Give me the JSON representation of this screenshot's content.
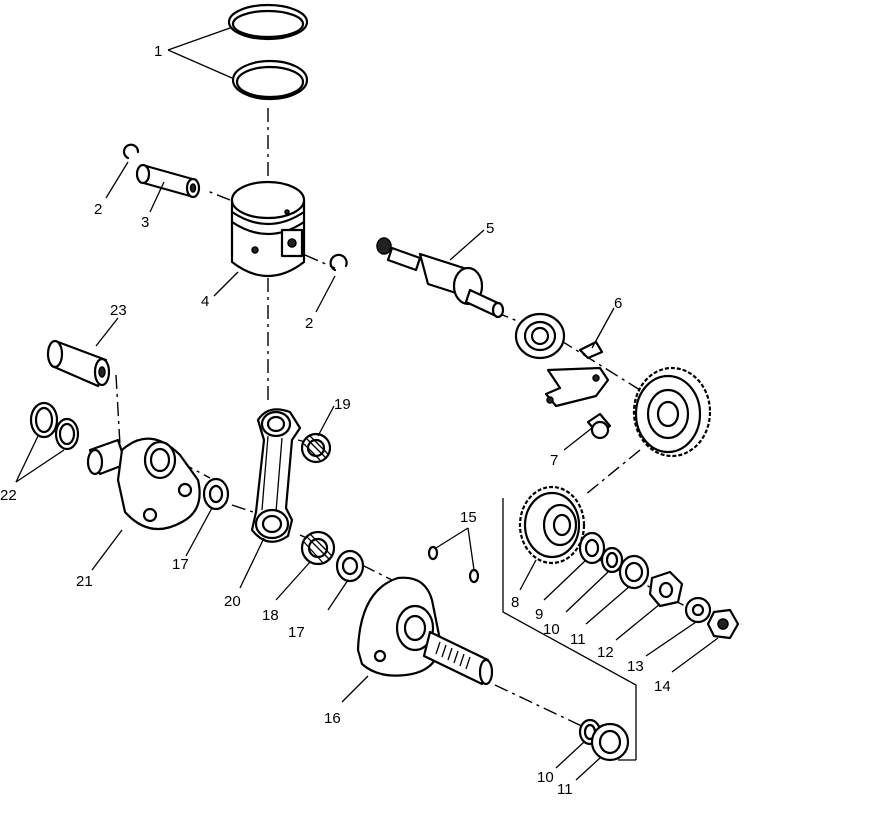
{
  "labels": {
    "l1": "1",
    "l2a": "2",
    "l2b": "2",
    "l3": "3",
    "l4": "4",
    "l5": "5",
    "l6": "6",
    "l7": "7",
    "l8": "8",
    "l9": "9",
    "l10a": "10",
    "l10b": "10",
    "l11a": "11",
    "l11b": "11",
    "l12": "12",
    "l13": "13",
    "l14": "14",
    "l15": "15",
    "l16": "16",
    "l17a": "17",
    "l17b": "17",
    "l18": "18",
    "l19": "19",
    "l20": "20",
    "l21": "21",
    "l22": "22",
    "l23": "23"
  }
}
